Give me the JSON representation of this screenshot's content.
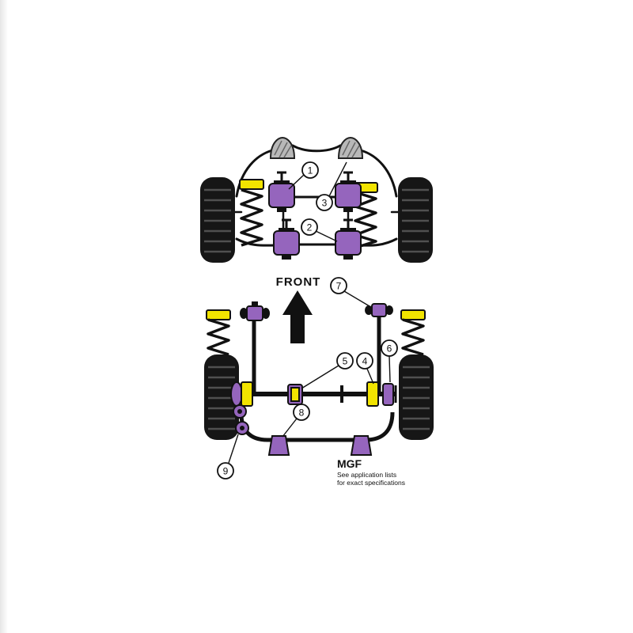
{
  "diagram": {
    "front_label": "FRONT",
    "brand": {
      "model": "MGF",
      "note1": "See application lists",
      "note2": "for exact specifications"
    },
    "callouts": [
      {
        "id": "1"
      },
      {
        "id": "2"
      },
      {
        "id": "3"
      },
      {
        "id": "4"
      },
      {
        "id": "5"
      },
      {
        "id": "6"
      },
      {
        "id": "7"
      },
      {
        "id": "8"
      },
      {
        "id": "9"
      }
    ],
    "colors": {
      "bush_purple": "#9565bd",
      "spring_yellow": "#f2e400",
      "outline_black": "#111111",
      "mount_gray": "#b8b8b8",
      "background": "#ffffff"
    }
  }
}
